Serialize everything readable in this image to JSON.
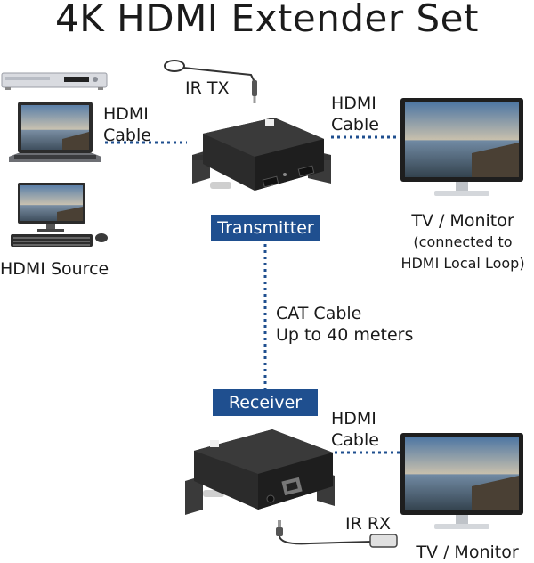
{
  "title": "4K HDMI Extender Set",
  "source": {
    "cable_label_line1": "HDMI",
    "cable_label_line2": "Cable",
    "label": "HDMI Source"
  },
  "transmitter": {
    "badge": "Transmitter",
    "ir_label": "IR TX",
    "output_cable_line1": "HDMI",
    "output_cable_line2": "Cable"
  },
  "tv_local": {
    "label": "TV / Monitor",
    "note_line1": "(connected to",
    "note_line2": "HDMI Local Loop)"
  },
  "cat": {
    "line1": "CAT Cable",
    "line2": "Up to 40 meters"
  },
  "receiver": {
    "badge": "Receiver",
    "ir_label": "IR RX",
    "output_cable_line1": "HDMI",
    "output_cable_line2": "Cable"
  },
  "tv_remote": {
    "label": "TV / Monitor"
  },
  "colors": {
    "badge_blue": "#1f4f8f",
    "dotted_line": "#1f4f8f",
    "device_body": "#2a2a2a"
  }
}
